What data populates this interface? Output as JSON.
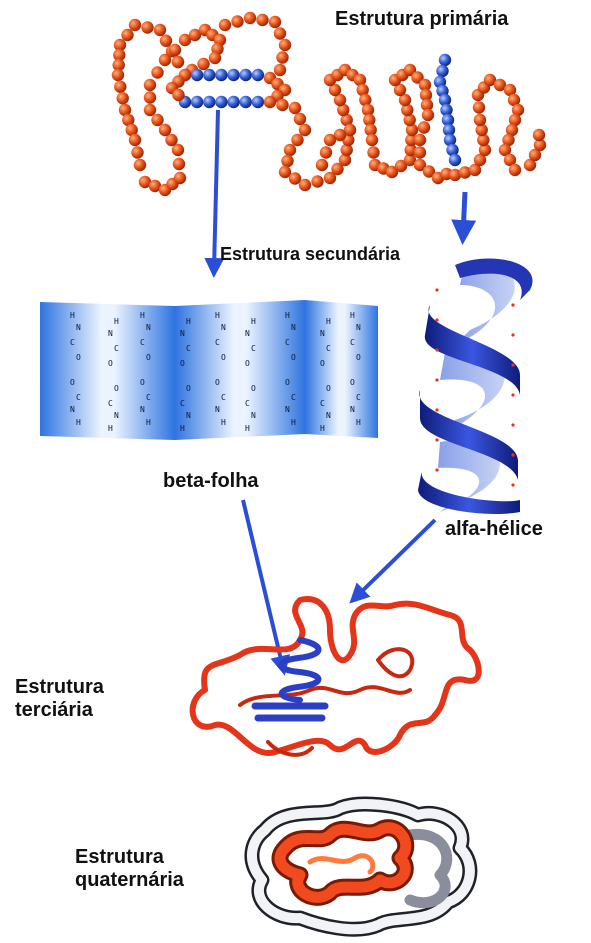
{
  "labels": {
    "primaria": "Estrutura primária",
    "secundaria": "Estrutura secundária",
    "beta": "beta-folha",
    "alfa": "alfa-hélice",
    "terciaria_line1": "Estrutura",
    "terciaria_line2": "terciária",
    "quaternaria_line1": "Estrutura",
    "quaternaria_line2": "quaternária"
  },
  "colors": {
    "bead_orange": "#e8541c",
    "bead_blue": "#3560d8",
    "arrow_blue": "#2a4fd6",
    "ribbon_red": "#e4351b",
    "ribbon_blue": "#2b3fc4",
    "helix_navy": "#1a2a9c",
    "sheet_blue": "#2f74e0"
  },
  "icons": {
    "arrows": "arrow-down-icon"
  }
}
